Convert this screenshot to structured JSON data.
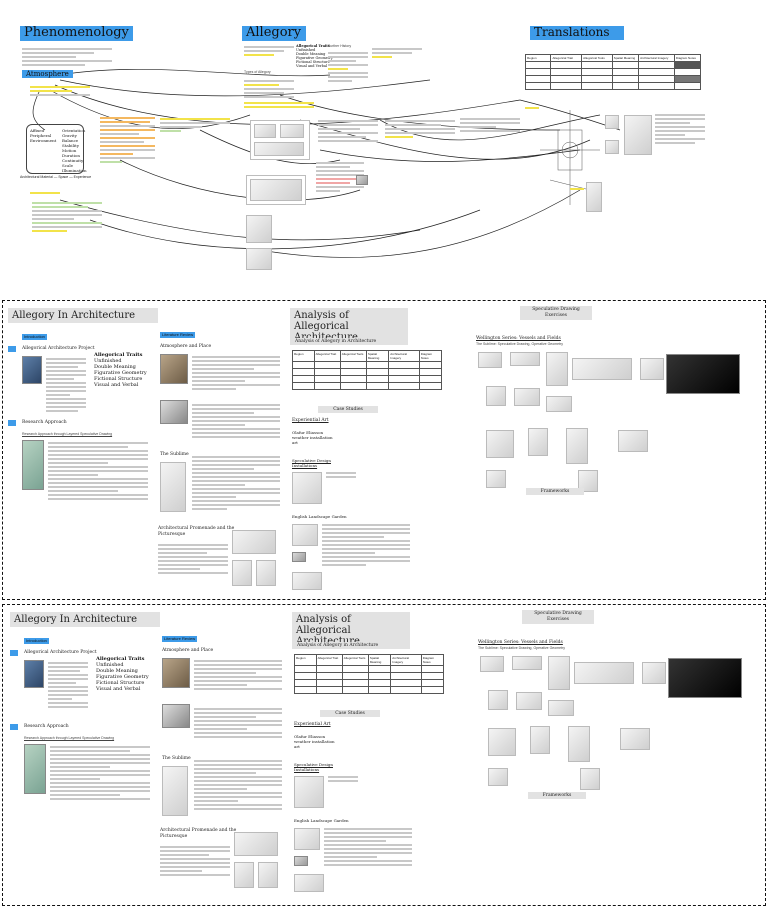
{
  "board": {
    "headings": {
      "phenomenology": "Phenomenology",
      "allegory": "Allegory",
      "translations": "Translations",
      "atmosphere": "Atmosphere"
    },
    "allegory_traits_label": "Allegorical Traits",
    "allegory_traits": [
      "Unfinished",
      "Double Meaning",
      "Figurative Geometry",
      "Fictional Structure",
      "Visual and Verbal"
    ],
    "types_label": "Types of Allegory",
    "history_label": "Further History",
    "atmosphere_list_a": [
      "Affixed",
      "Peripheral",
      "Environment"
    ],
    "atmosphere_list_b": [
      "Orientation",
      "Gravity",
      "Balance",
      "Stability",
      "Motion",
      "Duration",
      "Continuity",
      "Scale",
      "Illumination"
    ],
    "caption": "Architectural Material — Space — Experience",
    "translation_table_headers": [
      "Region",
      "Allegorical Trait",
      "Allegorical Tools",
      "Spatial Meaning",
      "Architectural Imagery",
      "Diagram Notes"
    ]
  },
  "frames": [
    {
      "id": "frame-1",
      "title_left": "Allegory In Architecture",
      "introduction": "Introduction",
      "project_label": "Allegorical Architecture Project",
      "research_label": "Research Approach",
      "research_sub": "Research Approach through Layered Speculative Drawing",
      "traits_label": "Allegorical Traits",
      "traits": [
        "Unfinished",
        "Double Meaning",
        "Figurative Geometry",
        "Fictional Structure",
        "Visual and Verbal"
      ],
      "lit_review": "Literature Review",
      "atmosphere_place": "Atmosphere and Place",
      "sublime": "The Sublime",
      "promenade": "Architectural Promenade and the Picturesque",
      "title_mid": "Analysis of Allegorical Architecture",
      "analysis_sub": "Analysis of Allegory in Architecture",
      "case_studies": "Case Studies",
      "experiential_art": "Experiential Art",
      "olafur": "Olafur Eliasson\nweather installation\nart",
      "speculative_design": "Speculative Design\nInstallations",
      "english_garden": "English Landscape Garden",
      "spec_drawing": "Speculative Drawing\nExercises",
      "wellington": "Wellington Series: Vessels and Fields",
      "wellington_sub": "The Sublime: Speculative Drawing, Operative Geometry",
      "framework": "Frameworks",
      "table_headers": [
        "Region",
        "Allegorical Trait",
        "Allegorical Tools",
        "Spatial Meaning",
        "Architectural Imagery",
        "Diagram Notes"
      ]
    },
    {
      "id": "frame-2",
      "title_left": "Allegory In Architecture",
      "introduction": "Introduction",
      "project_label": "Allegorical Architecture Project",
      "research_label": "Research Approach",
      "research_sub": "Research Approach through Layered Speculative Drawing",
      "traits_label": "Allegorical Traits",
      "traits": [
        "Unfinished",
        "Double Meaning",
        "Figurative Geometry",
        "Fictional Structure",
        "Visual and Verbal"
      ],
      "lit_review": "Literature Review",
      "atmosphere_place": "Atmosphere and Place",
      "sublime": "The Sublime",
      "promenade": "Architectural Promenade and the Picturesque",
      "title_mid": "Analysis of Allegorical Architecture",
      "analysis_sub": "Analysis of Allegory in Architecture",
      "case_studies": "Case Studies",
      "experiential_art": "Experiential Art",
      "olafur": "Olafur Eliasson\nweather installation\nart",
      "speculative_design": "Speculative Design\nInstallations",
      "english_garden": "English Landscape Garden",
      "spec_drawing": "Speculative Drawing\nExercises",
      "wellington": "Wellington Series: Vessels and Fields",
      "wellington_sub": "The Sublime: Speculative Drawing, Operative Geometry",
      "framework": "Frameworks",
      "table_headers": [
        "Region",
        "Allegorical Trait",
        "Allegorical Tools",
        "Spatial Meaning",
        "Architectural Imagery",
        "Diagram Notes"
      ]
    }
  ],
  "colors": {
    "highlight_blue": "#3d9be9",
    "highlight_yellow": "#f2e34a",
    "dashed_border": "#111111",
    "header_grey": "#e2e2e2"
  }
}
